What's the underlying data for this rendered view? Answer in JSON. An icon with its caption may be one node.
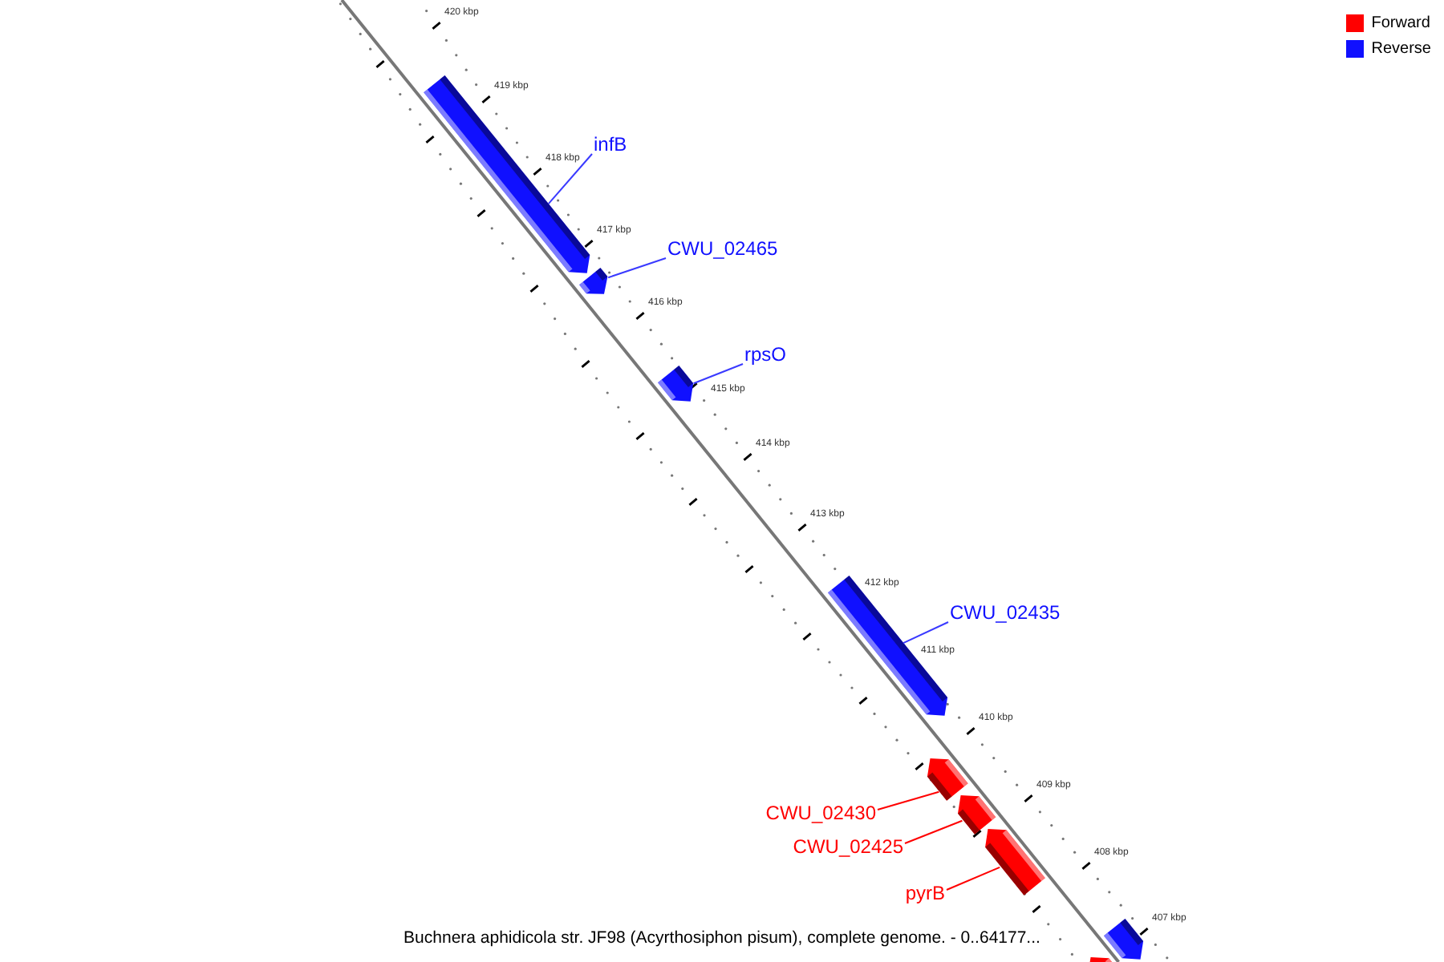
{
  "diagram": {
    "caption": "Buchnera aphidicola str. JF98 (Acyrthosiphon pisum), complete genome. - 0..64177...",
    "nodes": [
      {
        "text": [
          "infB"
        ]
      },
      {
        "text": [],
        "shape": "bar"
      },
      {
        "text": [
          "CWU_02465"
        ]
      },
      {
        "text": [],
        "shape": "bar"
      },
      {
        "text": [
          "rpsO"
        ]
      },
      {
        "text": [],
        "shape": "bar"
      },
      {
        "text": [
          "CWU_02435"
        ]
      },
      {
        "text": [],
        "shape": "bar"
      },
      {
        "text": [
          "CWU_02430"
        ]
      },
      {
        "text": [],
        "shape": "bar"
      },
      {
        "text": [
          "CWU_02425"
        ]
      },
      {
        "text": [],
        "shape": "bar"
      },
      {
        "text": [
          "pyrB"
        ]
      },
      {
        "text": [],
        "shape": "bar"
      },
      {
        "text": [],
        "shape": "bar"
      },
      {
        "text": [],
        "shape": "bar"
      }
    ],
    "edges": [
      {
        "from": 0,
        "to": 1,
        "arrow": "none"
      },
      {
        "from": 2,
        "to": 3,
        "arrow": "none"
      },
      {
        "from": 4,
        "to": 5,
        "arrow": "none"
      },
      {
        "from": 6,
        "to": 7,
        "arrow": "none"
      },
      {
        "from": 8,
        "to": 9,
        "arrow": "none",
        "color": "#ff0000"
      },
      {
        "from": 10,
        "to": 11,
        "arrow": "none",
        "color": "#ff0000"
      },
      {
        "from": 12,
        "to": 13,
        "arrow": "none",
        "color": "#ff0000"
      }
    ],
    "labels": [
      "420 kbp",
      "419 kbp",
      "418 kbp",
      "417 kbp",
      "416 kbp",
      "415 kbp",
      "414 kbp",
      "413 kbp",
      "412 kbp",
      "411 kbp",
      "410 kbp",
      "409 kbp",
      "408 kbp",
      "407 kbp"
    ],
    "legend": [
      {
        "text": "Forward",
        "color": "#ff0000"
      },
      {
        "text": "Reverse",
        "color": "#1010ff"
      }
    ]
  }
}
